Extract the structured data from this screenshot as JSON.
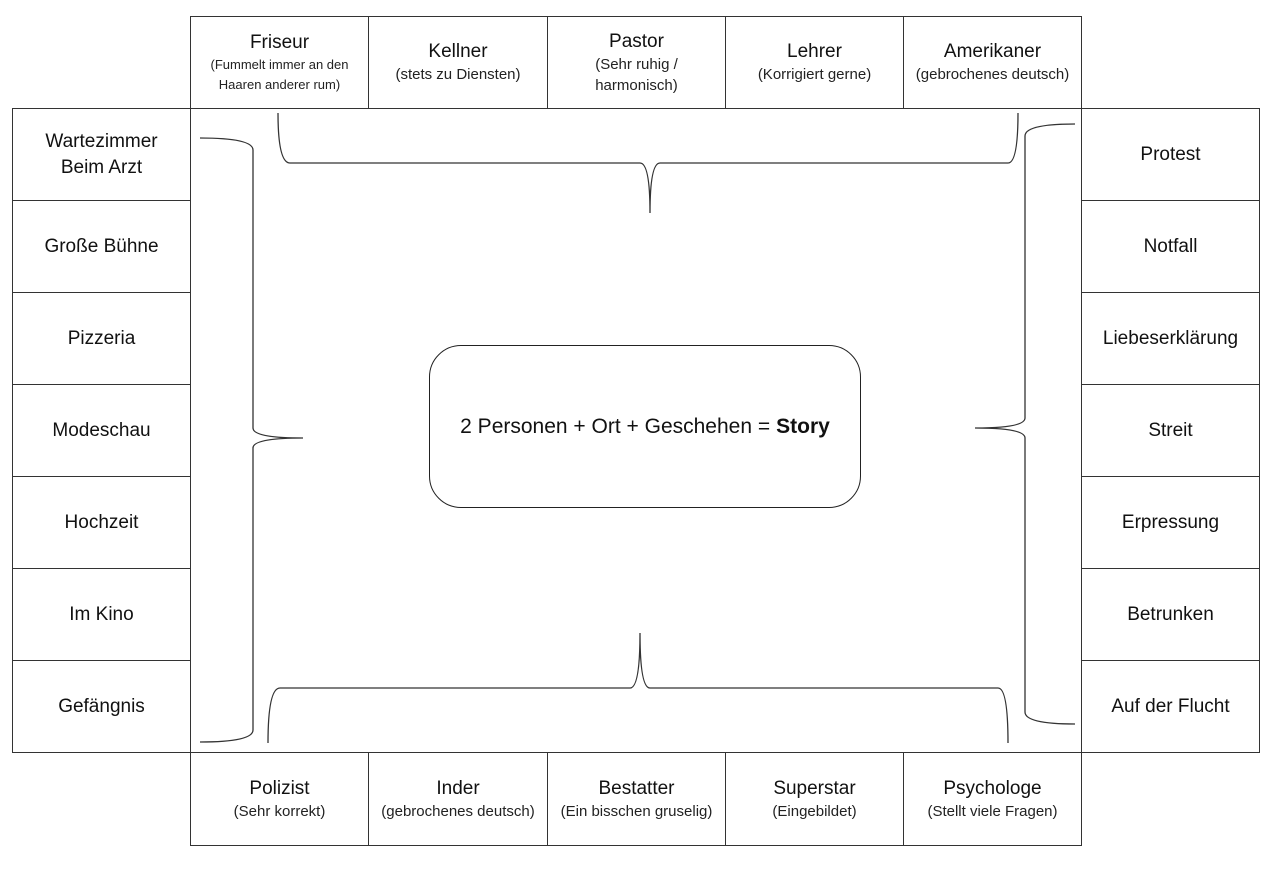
{
  "persons_top": [
    {
      "name": "Friseur",
      "note": "(Fummelt immer an den\nHaaren anderer rum)"
    },
    {
      "name": "Kellner",
      "note": "(stets zu Diensten)"
    },
    {
      "name": "Pastor",
      "note": "(Sehr ruhig /\nharmonisch)"
    },
    {
      "name": "Lehrer",
      "note": "(Korrigiert gerne)"
    },
    {
      "name": "Amerikaner",
      "note": "(gebrochenes deutsch)"
    }
  ],
  "persons_bottom": [
    {
      "name": "Polizist",
      "note": "(Sehr korrekt)"
    },
    {
      "name": "Inder",
      "note": "(gebrochenes deutsch)"
    },
    {
      "name": "Bestatter",
      "note": "(Ein bisschen gruselig)"
    },
    {
      "name": "Superstar",
      "note": "(Eingebildet)"
    },
    {
      "name": "Psychologe",
      "note": "(Stellt viele Fragen)"
    }
  ],
  "places": [
    "Wartezimmer\nBeim Arzt",
    "Große Bühne",
    "Pizzeria",
    "Modeschau",
    "Hochzeit",
    "Im Kino",
    "Gefängnis"
  ],
  "events": [
    "Protest",
    "Notfall",
    "Liebeserklärung",
    "Streit",
    "Erpressung",
    "Betrunken",
    "Auf der Flucht"
  ],
  "formula": {
    "prefix": "2 Personen + Ort + Geschehen =",
    "result": "Story"
  }
}
